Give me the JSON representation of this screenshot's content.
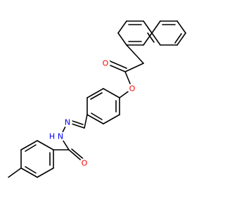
{
  "molecule": {
    "colors": {
      "bond": "#000000",
      "O": "#ff0000",
      "N": "#0000ff",
      "background": "#ffffff"
    },
    "atoms": {
      "o_ester": "O",
      "o_carbonyl": "O",
      "o_amide": "O",
      "n1": "N",
      "n2": "N",
      "h_nh": "H"
    }
  }
}
